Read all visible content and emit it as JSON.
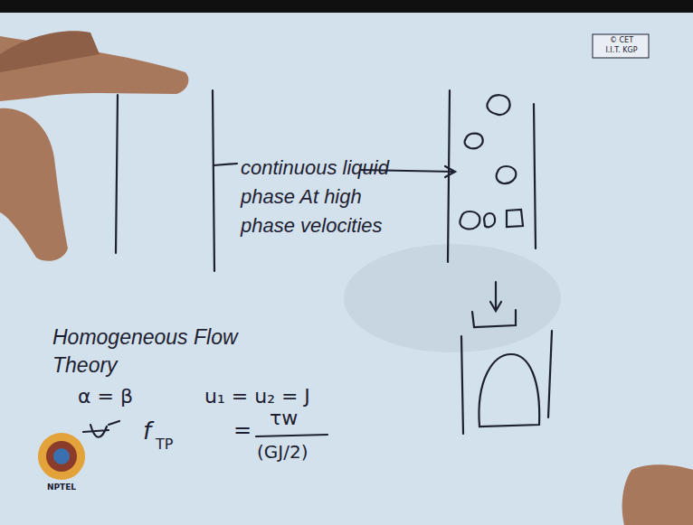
{
  "diagram": {
    "labels": [
      "© CET",
      "I.I.T. KGP",
      "continuous liquid phase At high phase velocities",
      "Homogeneous Flow Theory",
      "α = β",
      "u₁ = u₂ = J",
      "f",
      "TP",
      "=",
      "τw",
      "(GJ/2)",
      "NPTEL"
    ]
  }
}
